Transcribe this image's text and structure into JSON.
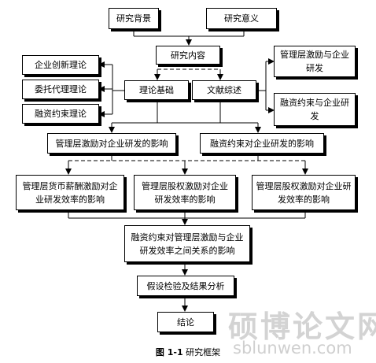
{
  "boxes": {
    "background": "研究背景",
    "significance": "研究意义",
    "content": "研究内容",
    "innovation_theory": "企业创新理论",
    "agency_theory": "委托代理理论",
    "financing_theory": "融资约束理论",
    "theory_basis": "理论基础",
    "literature_review": "文献综述",
    "lit_incentive_rd": "管理层激励与企业研发",
    "lit_financing_rd": "融资约束与企业研发",
    "incentive_effect": "管理层激励对企业研发的影响",
    "financing_effect": "融资约束对企业研发的影响",
    "cash_incentive": "管理层货币薪酬激励对企业研发效率的影响",
    "equity_incentive_1": "管理层股权激励对企业研发效率的影响",
    "equity_incentive_2": "管理层股权激励对企业研发效率的影响",
    "moderation": "融资约束对管理层激励与企业研发效率之间关系的影响",
    "hypothesis_test": "假设检验及结果分析",
    "conclusion": "结论"
  },
  "caption": {
    "figure_no": "图 1-1",
    "title": "研究框架"
  },
  "watermark": {
    "chinese": "硕博论文网",
    "url": "sblunwen.com"
  }
}
